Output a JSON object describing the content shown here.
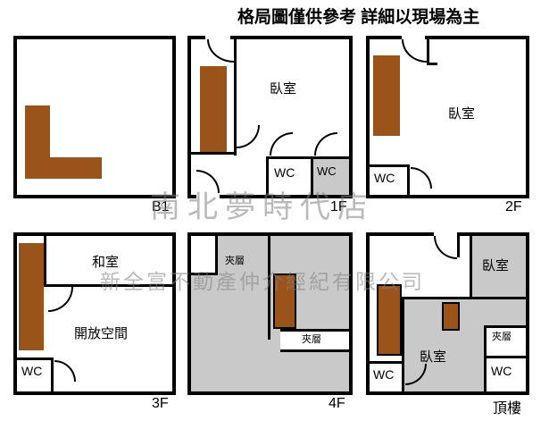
{
  "header": {
    "disclaimer": "格局圖僅供參考 詳細以現場為主"
  },
  "watermark": {
    "store": "南北夢時代店",
    "company": "新全富不動產仲介經紀有限公司"
  },
  "colors": {
    "stairs_brown": "#9a541a",
    "mezzanine_gray": "#c9c9c9",
    "wall_black": "#000000",
    "watermark_gray": "#828282"
  },
  "floors": {
    "b1": {
      "label": "B1"
    },
    "f1": {
      "label": "1F",
      "bedroom": "臥室",
      "wc_left": "WC",
      "wc_right": "WC"
    },
    "f2": {
      "label": "2F",
      "bedroom": "臥室",
      "wc": "WC"
    },
    "f3": {
      "label": "3F",
      "tatami_room": "和室",
      "open_space": "開放空間",
      "wc": "WC"
    },
    "f4": {
      "label": "4F",
      "mezzanine_upper": "夾層",
      "mezzanine_lower": "夾層"
    },
    "roof": {
      "label": "頂樓",
      "bedroom_top": "臥室",
      "bedroom_bottom": "臥室",
      "wc_left": "WC",
      "wc_right": "WC",
      "mezzanine": "夾層"
    }
  }
}
